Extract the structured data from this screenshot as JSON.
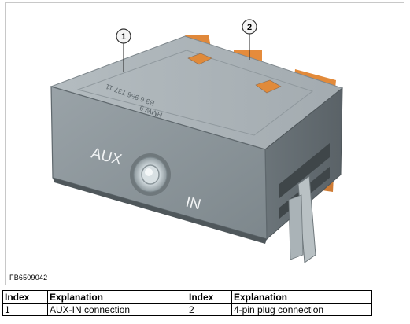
{
  "figure": {
    "id": "FB6509042",
    "callouts": [
      {
        "number": "1"
      },
      {
        "number": "2"
      }
    ],
    "module_labels": {
      "aux": "AUX",
      "in": "IN"
    }
  },
  "legend": {
    "headers": [
      "Index",
      "Explanation",
      "Index",
      "Explanation"
    ],
    "rows": [
      [
        "1",
        "AUX-IN connection",
        "2",
        "4-pin plug connection"
      ]
    ]
  }
}
